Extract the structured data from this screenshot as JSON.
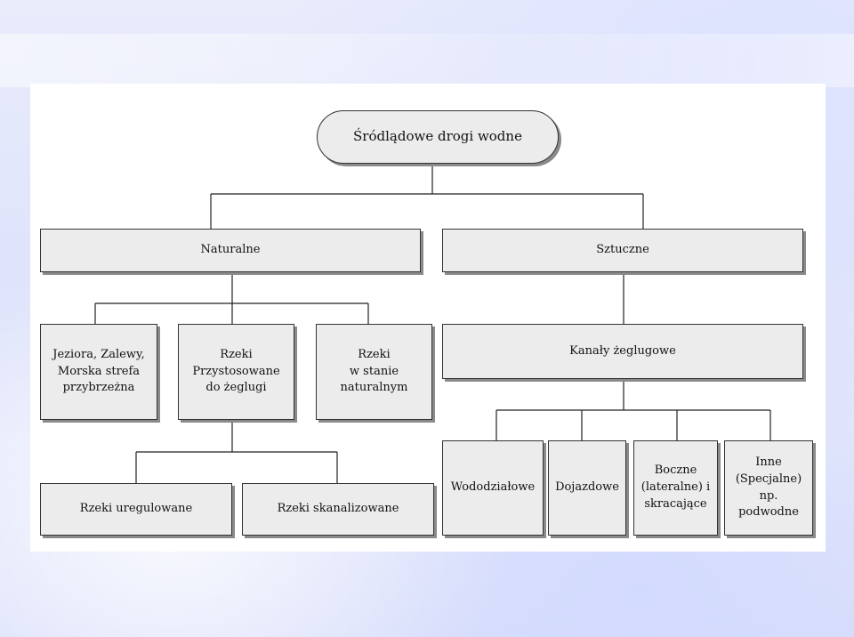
{
  "diagram": {
    "root": "Śródlądowe drogi wodne",
    "natural": {
      "label": "Naturalne",
      "lakes": "Jeziora, Zalewy,\nMorska strefa\nprzybrzeżna",
      "adapted": "Rzeki\nPrzystosowane\ndo żeglugi",
      "wild": "Rzeki\nw stanie\nnaturalnym",
      "regulated": "Rzeki uregulowane",
      "canalized": "Rzeki skanalizowane"
    },
    "artificial": {
      "label": "Sztuczne",
      "canals": "Kanały żeglugowe",
      "watershed": "Wododziałowe",
      "access": "Dojazdowe",
      "lateral": "Boczne\n(lateralne) i\nskracające",
      "special": "Inne\n(Specjalne) np.\npodwodne"
    }
  }
}
